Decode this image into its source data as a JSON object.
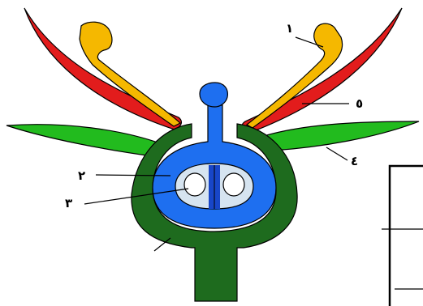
{
  "labels": {
    "one": "١",
    "two": "٢",
    "three": "٣",
    "four": "٤",
    "five": "٥"
  },
  "colors": {
    "petal": "#e21c1c",
    "stamen": "#f5b800",
    "sepal": "#22bb1e",
    "receptacle": "#1e6b1e",
    "ovary": "#1e6ff0",
    "ovule": "#d6e4f0",
    "septum": "#1846c8",
    "outline": "#000000"
  }
}
